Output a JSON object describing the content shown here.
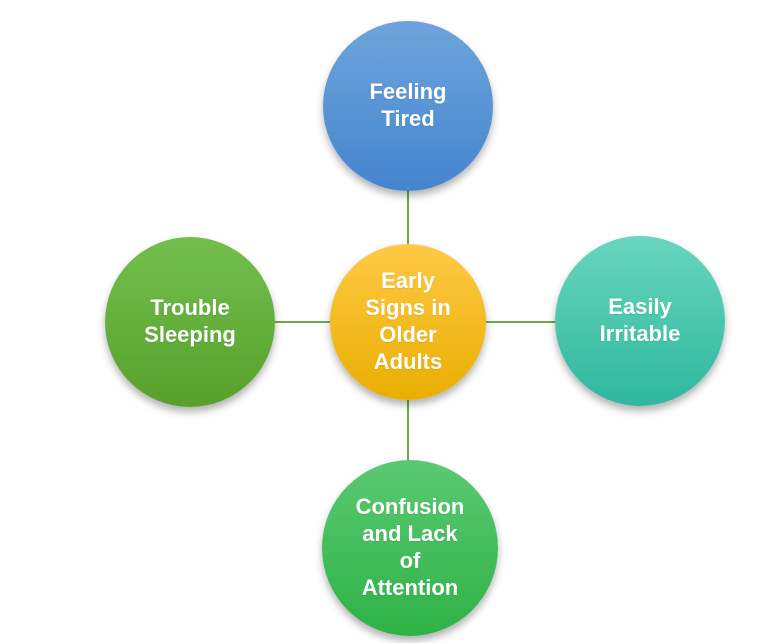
{
  "diagram": {
    "background": "#FFFFFF",
    "text_color": "#FFFFFF",
    "connector": {
      "color": "#6BAB45"
    },
    "center_node": {
      "label": "Early Signs in Older Adults",
      "lines": [
        "Early",
        "Signs in",
        "Older",
        "Adults"
      ],
      "color_top": "#FFC946",
      "color_bottom": "#E9AE00"
    },
    "nodes": {
      "top": {
        "label": "Feeling Tired",
        "lines": [
          "Feeling",
          "Tired"
        ],
        "color_top": "#6EA4DC",
        "color_bottom": "#4485CF"
      },
      "right": {
        "label": "Easily Irritable",
        "lines": [
          "Easily",
          "Irritable"
        ],
        "color_top": "#68D6BE",
        "color_bottom": "#2EB89D"
      },
      "bottom": {
        "label": "Confusion and Lack of Attention",
        "lines": [
          "Confusion",
          "and Lack",
          "of",
          "Attention"
        ],
        "color_top": "#5BC974",
        "color_bottom": "#2EB245"
      },
      "left": {
        "label": "Trouble Sleeping",
        "lines": [
          "Trouble",
          "Sleeping"
        ],
        "color_top": "#73BF4E",
        "color_bottom": "#57A02B"
      }
    }
  }
}
